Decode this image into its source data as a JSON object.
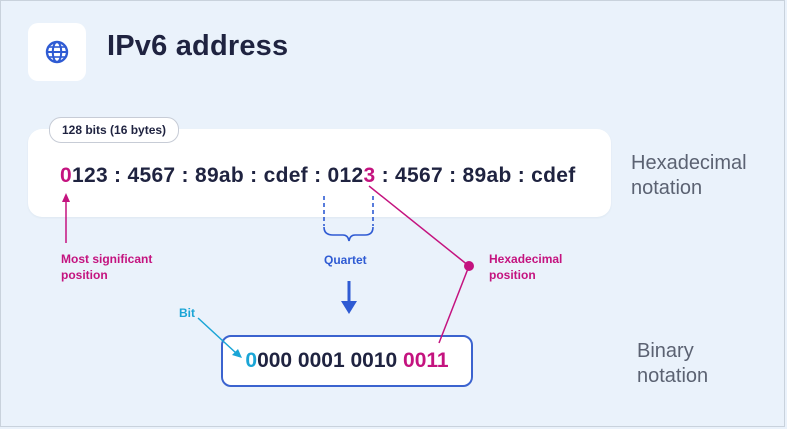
{
  "header": {
    "title": "IPv6 address",
    "icon": "globe-icon"
  },
  "address_card": {
    "size_pill": "128 bits (16 bytes)",
    "hex_line": {
      "first_digit": "0",
      "part1": "123 : 4567 : 89ab : cdef : 012",
      "highlight_digit": "3",
      "part2": " : 4567 : 89ab : cdef"
    }
  },
  "labels": {
    "hex_notation": [
      "Hexadecimal",
      "notation"
    ],
    "binary_notation": [
      "Binary",
      "notation"
    ],
    "most_significant": [
      "Most significant",
      "position"
    ],
    "hex_position": [
      "Hexadecimal",
      "position"
    ],
    "quartet": "Quartet",
    "bit": "Bit"
  },
  "binary": {
    "first_bit": "0",
    "middle": "000 0001 0010 ",
    "last_group": "0011"
  },
  "colors": {
    "magenta": "#c4137f",
    "blue": "#2f5bd3",
    "cyan": "#1aa5d6",
    "navy": "#1f2340"
  }
}
